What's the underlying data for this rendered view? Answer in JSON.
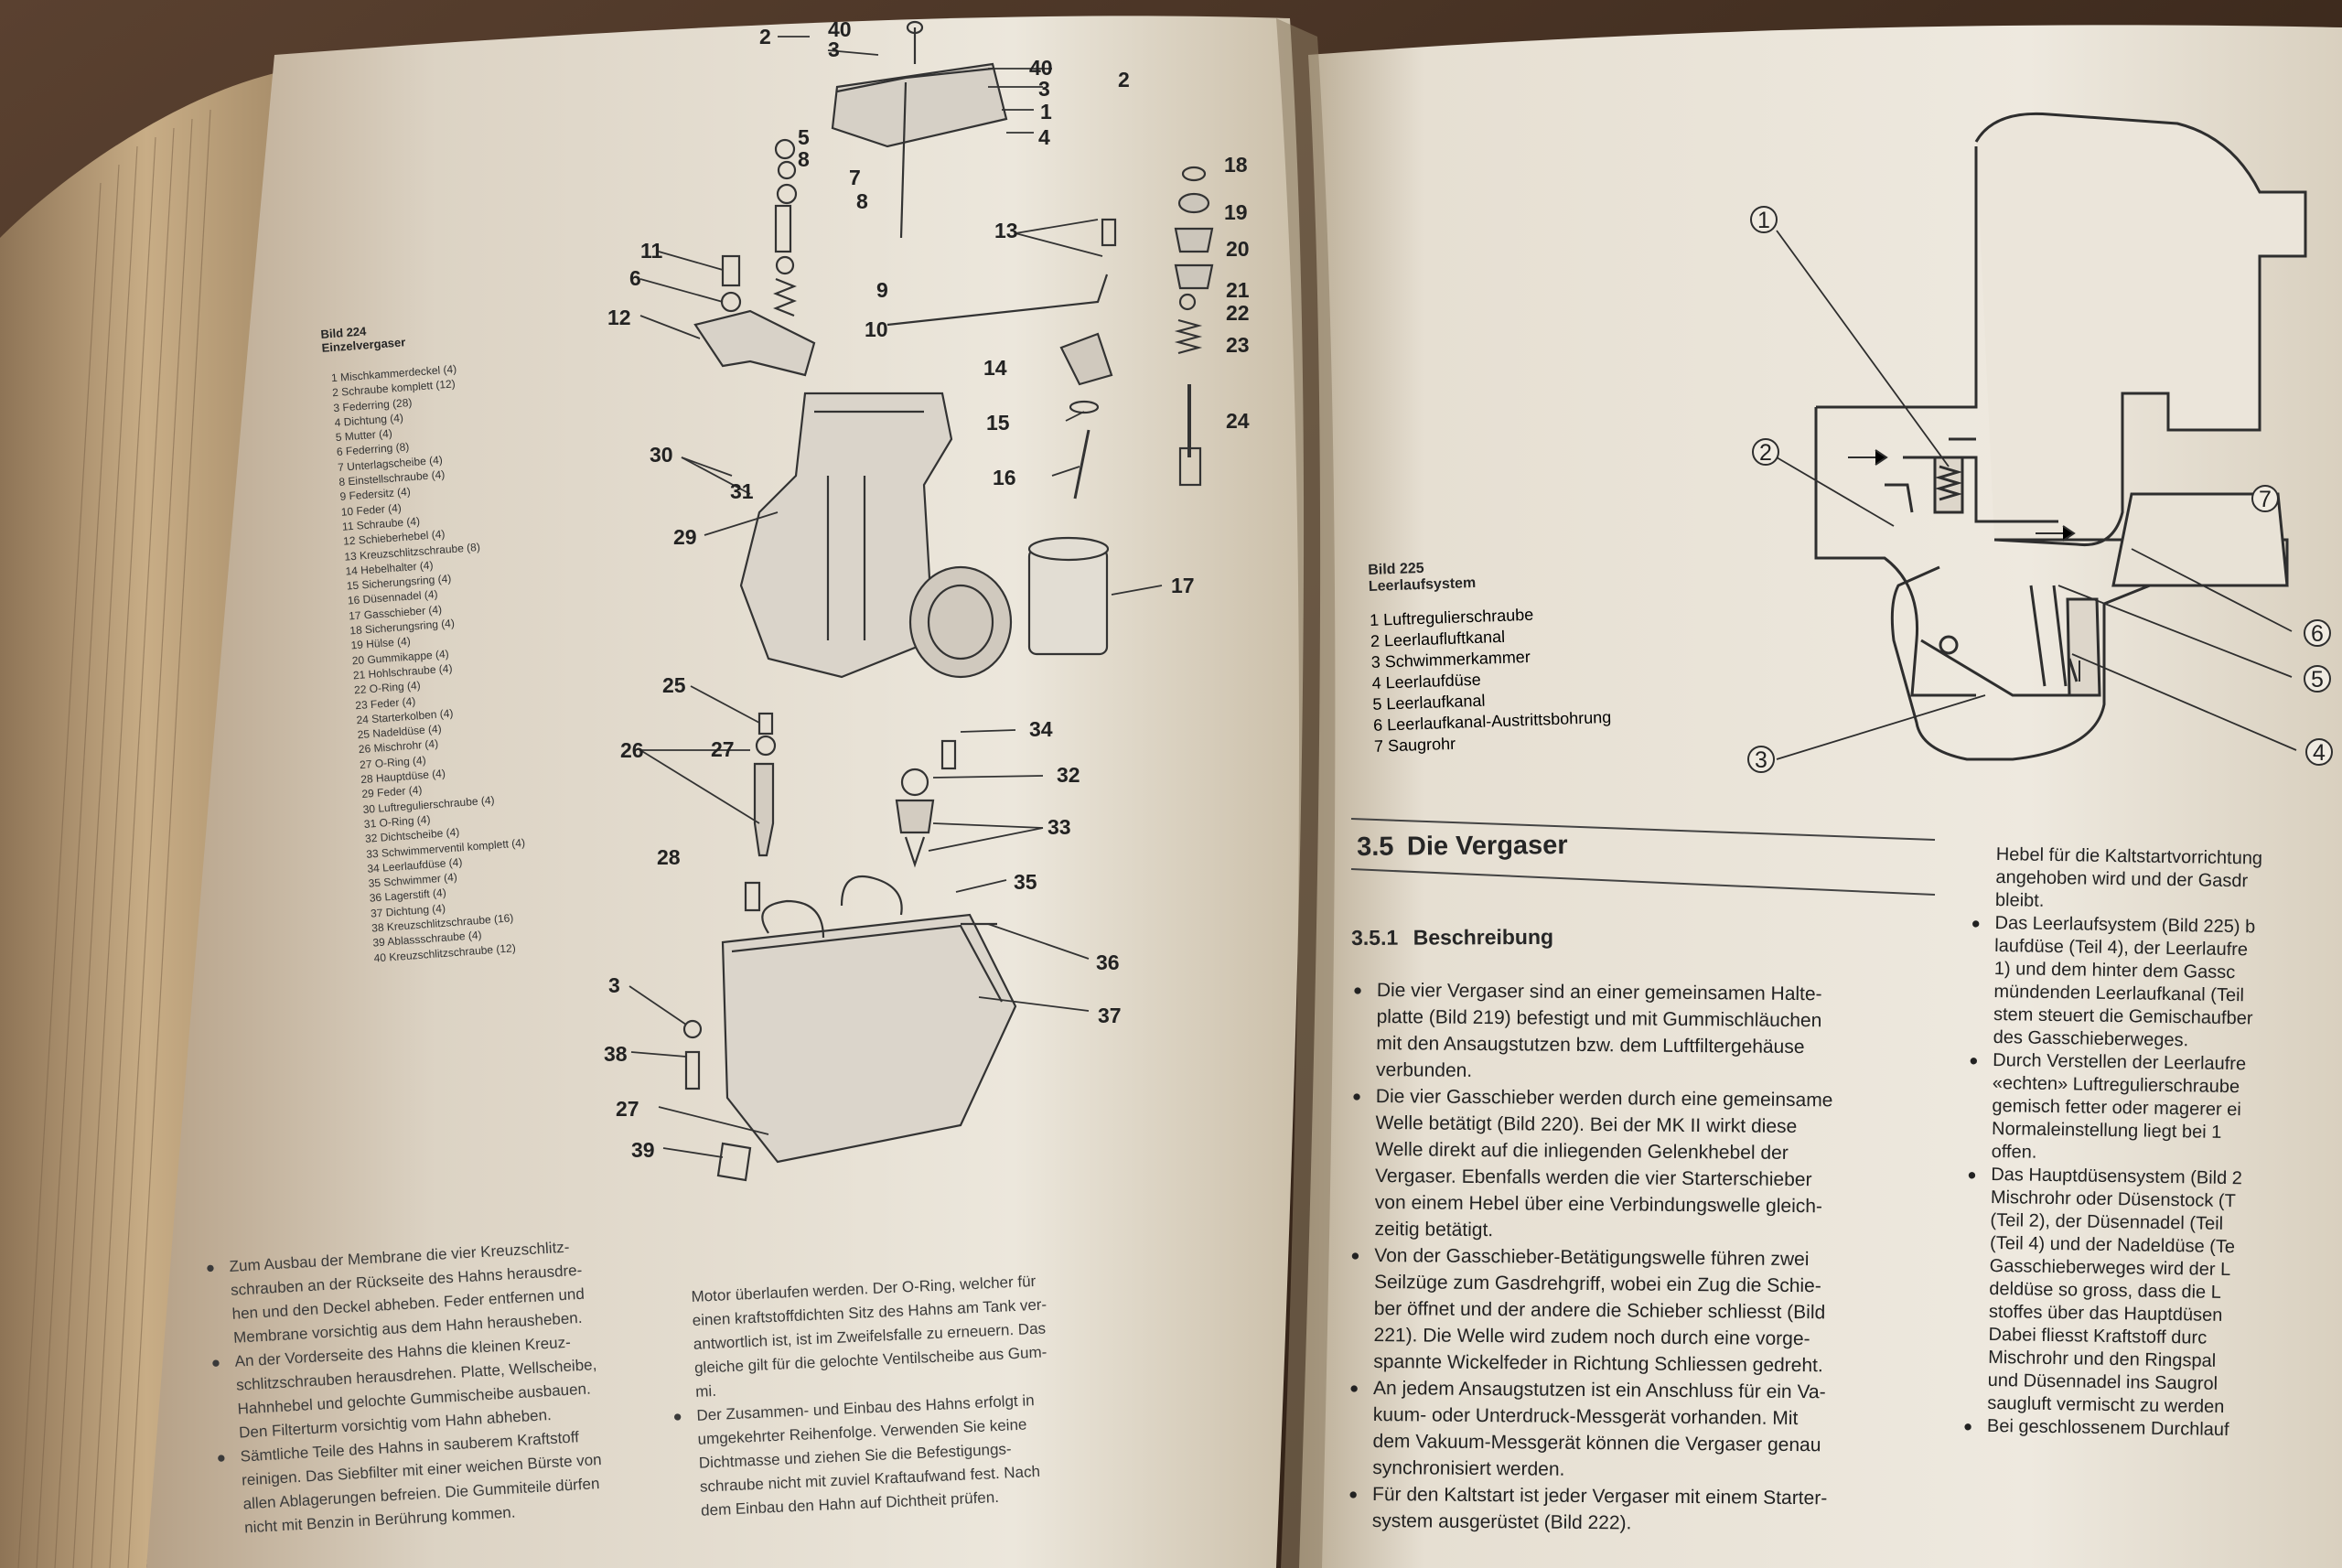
{
  "left_page": {
    "figure_label": "Bild 224",
    "figure_title": "Einzelvergaser",
    "parts": [
      "1 Mischkammerdeckel (4)",
      "2 Schraube komplett (12)",
      "3 Federring (28)",
      "4 Dichtung (4)",
      "5 Mutter (4)",
      "6 Federring (8)",
      "7 Unterlagscheibe (4)",
      "8 Einstellschraube (4)",
      "9 Federsitz (4)",
      "10 Feder (4)",
      "11 Schraube (4)",
      "12 Schieberhebel (4)",
      "13 Kreuzschlitzschraube (8)",
      "14 Hebelhalter (4)",
      "15 Sicherungsring (4)",
      "16 Düsennadel (4)",
      "17 Gasschieber (4)",
      "18 Sicherungsring (4)",
      "19 Hülse (4)",
      "20 Gummikappe (4)",
      "21 Hohlschraube (4)",
      "22 O-Ring (4)",
      "23 Feder (4)",
      "24 Starterkolben (4)",
      "25 Nadeldüse (4)",
      "26 Mischrohr (4)",
      "27 O-Ring (4)",
      "28 Hauptdüse (4)",
      "29 Feder (4)",
      "30 Luftregulierschraube (4)",
      "31 O-Ring (4)",
      "32 Dichtscheibe (4)",
      "33 Schwimmerventil komplett (4)",
      "34 Leerlaufdüse (4)",
      "35 Schwimmer (4)",
      "36 Lagerstift (4)",
      "37 Dichtung (4)",
      "38 Kreuzschlitzschraube (16)",
      "39 Ablassschraube (4)",
      "40 Kreuzschlitzschraube (12)"
    ],
    "bottom_col1": [
      "Zum Ausbau der Membrane die vier Kreuzschlitz-",
      "schrauben an der Rückseite des Hahns herausdre-",
      "hen und den Deckel abheben. Feder entfernen und",
      "Membrane vorsichtig aus dem Hahn herausheben.",
      "An der Vorderseite des Hahns die kleinen Kreuz-",
      "schlitzschrauben herausdrehen. Platte, Wellscheibe,",
      "Hahnhebel und gelochte Gummischeibe ausbauen.",
      "Den Filterturm vorsichtig vom Hahn abheben.",
      "Sämtliche Teile des Hahns in sauberem Kraftstoff",
      "reinigen. Das Siebfilter mit einer weichen Bürste von",
      "allen Ablagerungen befreien. Die Gummiteile dürfen",
      "nicht mit Benzin in Berührung kommen."
    ],
    "bottom_col2": [
      "Motor überlaufen werden. Der O-Ring, welcher für",
      "einen kraftstoffdichten Sitz des Hahns am Tank ver-",
      "antwortlich ist, ist im Zweifelsfalle zu erneuern. Das",
      "gleiche gilt für die gelochte Ventilscheibe aus Gum-",
      "mi.",
      "Der Zusammen- und Einbau des Hahns erfolgt in",
      "umgekehrter Reihenfolge. Verwenden Sie keine",
      "Dichtmasse und ziehen Sie die Befestigungs-",
      "schraube nicht mit zuviel Kraftaufwand fest. Nach",
      "dem Einbau den Hahn auf Dichtheit prüfen."
    ],
    "callouts": [
      "1",
      "2",
      "3",
      "4",
      "5",
      "6",
      "7",
      "8",
      "9",
      "10",
      "11",
      "12",
      "13",
      "14",
      "15",
      "16",
      "17",
      "18",
      "19",
      "20",
      "21",
      "22",
      "23",
      "24",
      "25",
      "26",
      "27",
      "28",
      "29",
      "30",
      "31",
      "32",
      "33",
      "34",
      "35",
      "36",
      "37",
      "38",
      "39",
      "40"
    ]
  },
  "right_page": {
    "figure_label": "Bild 225",
    "figure_title": "Leerlaufsystem",
    "legend": [
      "1 Luftregulierschraube",
      "2 Leerlaufluftkanal",
      "3 Schwimmerkammer",
      "4 Leerlaufdüse",
      "5 Leerlaufkanal",
      "6 Leerlaufkanal-Austrittsbohrung",
      "7 Saugrohr"
    ],
    "diagram_numbers": [
      "①",
      "②",
      "③",
      "④",
      "⑤",
      "⑥",
      "⑦"
    ],
    "section_number": "3.5",
    "section_title": "Die Vergaser",
    "subsection_number": "3.5.1",
    "subsection_title": "Beschreibung",
    "col1_bullets": [
      [
        "Die vier Vergaser sind an einer gemeinsamen Halte-",
        "platte (Bild 219) befestigt und mit Gummischläuchen",
        "mit den Ansaugstutzen bzw. dem Luftfiltergehäuse",
        "verbunden."
      ],
      [
        "Die vier Gasschieber werden durch eine gemeinsame",
        "Welle betätigt (Bild 220). Bei der MK II wirkt diese",
        "Welle direkt auf die inliegenden Gelenkhebel der",
        "Vergaser. Ebenfalls werden die vier Starterschieber",
        "von einem Hebel über eine Verbindungswelle gleich-",
        "zeitig betätigt."
      ],
      [
        "Von der Gasschieber-Betätigungswelle führen zwei",
        "Seilzüge zum Gasdrehgriff, wobei ein Zug die Schie-",
        "ber öffnet und der andere die Schieber schliesst (Bild",
        "221). Die Welle wird zudem noch durch eine vorge-",
        "spannte Wickelfeder in Richtung Schliessen gedreht."
      ],
      [
        "An jedem Ansaugstutzen ist ein Anschluss für ein Va-",
        "kuum- oder Unterdruck-Messgerät vorhanden. Mit",
        "dem Vakuum-Messgerät können die Vergaser genau",
        "synchronisiert werden."
      ],
      [
        "Für den Kaltstart ist jeder Vergaser mit einem Starter-",
        "system ausgerüstet (Bild 222)."
      ]
    ],
    "col2_intro": [
      "Hebel für die Kaltstartvorrichtung",
      "angehoben wird und der Gasdr",
      "bleibt."
    ],
    "col2_bullets": [
      [
        "Das Leerlaufsystem (Bild 225) b",
        "laufdüse (Teil 4), der Leerlaufre",
        "1) und dem hinter dem Gassc",
        "mündenden Leerlaufkanal (Teil",
        "stem steuert die Gemischaufber",
        "des Gasschieberweges."
      ],
      [
        "Durch Verstellen der Leerlaufre",
        "«echten» Luftregulierschraube",
        "gemisch fetter oder magerer ei",
        "Normaleinstellung liegt bei 1",
        "offen."
      ],
      [
        "Das Hauptdüsensystem (Bild 2",
        "Mischrohr oder Düsenstock (T",
        "(Teil 2), der Düsennadel (Teil",
        "(Teil 4) und der Nadeldüse (Te",
        "Gasschieberweges wird der L",
        "deldüse so gross, dass die L",
        "stoffes über das Hauptdüsen",
        "Dabei fliesst Kraftstoff durc",
        "Mischrohr und den Ringspal",
        "und Düsennadel ins Saugrol",
        "saugluft vermischt zu werden"
      ],
      [
        "Bei geschlossenem Durchlauf"
      ]
    ]
  }
}
